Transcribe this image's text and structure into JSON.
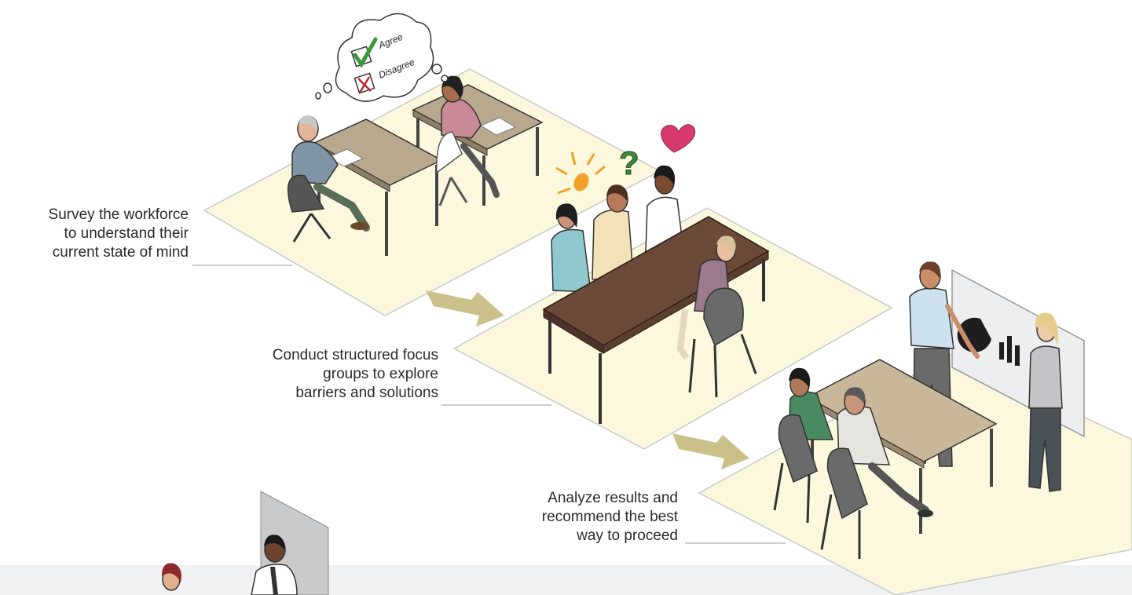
{
  "steps": [
    {
      "lines": [
        "Survey the workforce",
        "to understand their",
        "current state of mind"
      ]
    },
    {
      "lines": [
        "Conduct structured focus",
        "groups to explore",
        "barriers and solutions"
      ]
    },
    {
      "lines": [
        "Analyze results and",
        "recommend the best",
        "way to proceed"
      ]
    }
  ],
  "thought_bubble": {
    "agree_label": "Agree",
    "disagree_label": "Disagree"
  },
  "colors": {
    "floor": "#fbf8de",
    "floor_outline": "#c9c9c9",
    "arrow": "#c9c189",
    "desk_top": "#b8a88e",
    "conference_table": "#6b4a3a",
    "idea_bulb": "#f2a12a",
    "question_mark": "#3f8a3a",
    "heart": "#d83a6e",
    "bottom_band": "#f0f1f3"
  }
}
